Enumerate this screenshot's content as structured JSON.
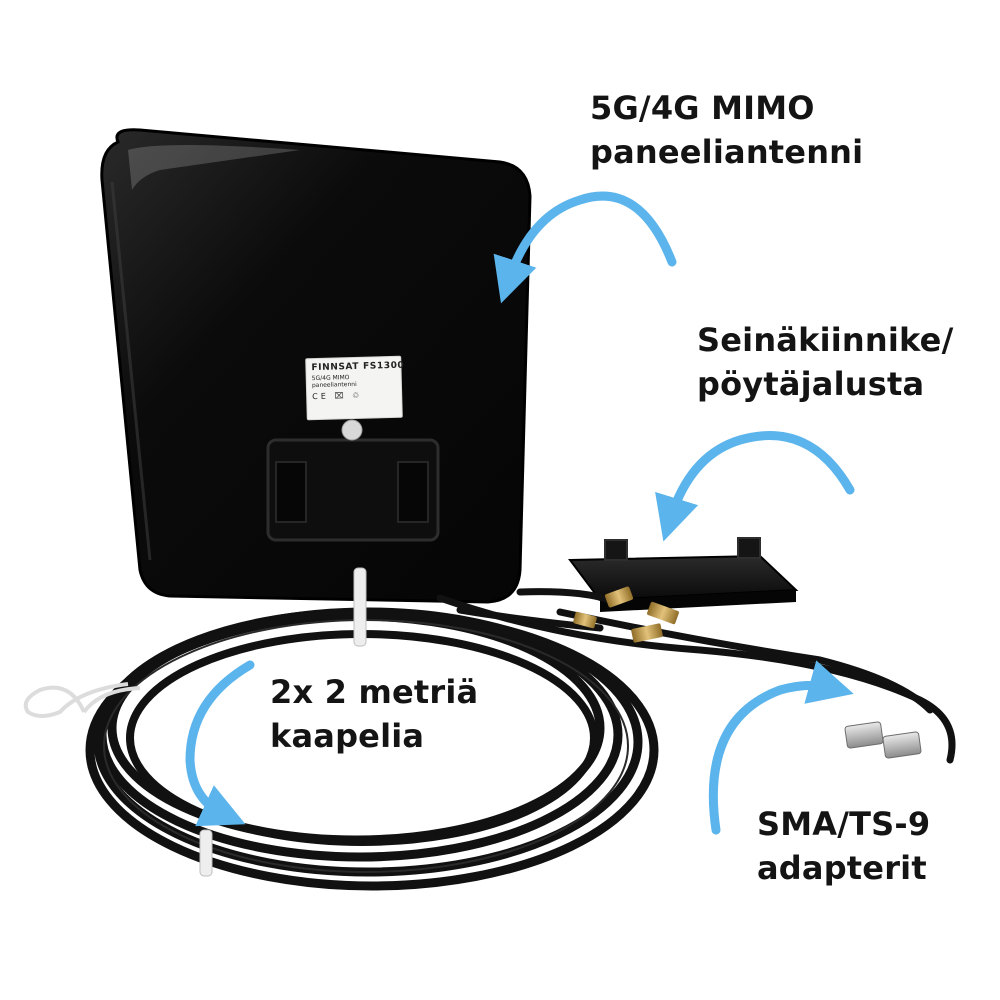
{
  "labels": {
    "antenna": [
      "5G/4G MIMO",
      "paneeliantenni"
    ],
    "mount": [
      "Seinäkiinnike/",
      "pöytäjalusta"
    ],
    "cable": [
      "2x 2 metriä",
      "kaapelia"
    ],
    "adapters": [
      "SMA/TS-9",
      "adapterit"
    ]
  },
  "sticker": {
    "brand": "FINNSAT",
    "model": "FS1300",
    "subtitle": "5G/4G MIMO paneeliantenni",
    "marks": "CE ⌧ ♲"
  },
  "colors": {
    "arrow": "#5bb4ec",
    "text": "#141414",
    "antenna_body": "#0d0d0d",
    "cable": "#111111",
    "connector_gold": "#c9a24a",
    "background": "#ffffff"
  },
  "icons": [
    "curved-arrow-icon",
    "ce-mark-icon",
    "weee-bin-icon",
    "recycle-icon"
  ]
}
